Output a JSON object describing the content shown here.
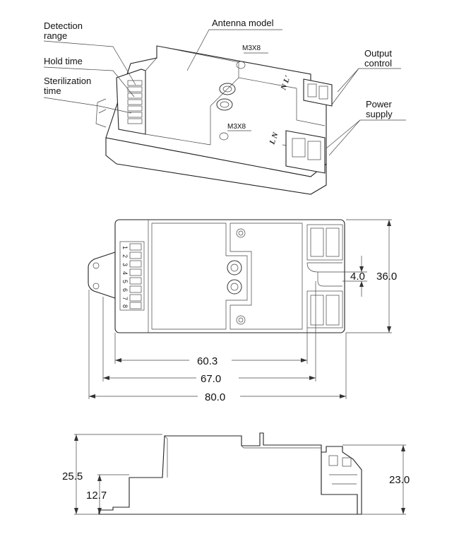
{
  "callouts": {
    "detection_range": [
      "Detection",
      "range"
    ],
    "hold_time": "Hold time",
    "sterilization_time": [
      "Sterilization",
      "time"
    ],
    "antenna_model": "Antenna model",
    "output_control": [
      "Output",
      "control"
    ],
    "power_supply": [
      "Power",
      "supply"
    ],
    "screw_top": "M3X8",
    "screw_bottom": "M3X8",
    "terminal_nl": "N L'",
    "terminal_ln": "L N"
  },
  "top_view": {
    "dip_numbers": [
      "1",
      "2",
      "3",
      "4",
      "5",
      "6",
      "7",
      "8"
    ],
    "dim_slot": "4.0",
    "dim_height": "36.0",
    "dim_603": "60.3",
    "dim_670": "67.0",
    "dim_800": "80.0"
  },
  "side_view": {
    "dim_total_height": "25.5",
    "dim_step_height": "12.7",
    "dim_right_height": "23.0"
  }
}
